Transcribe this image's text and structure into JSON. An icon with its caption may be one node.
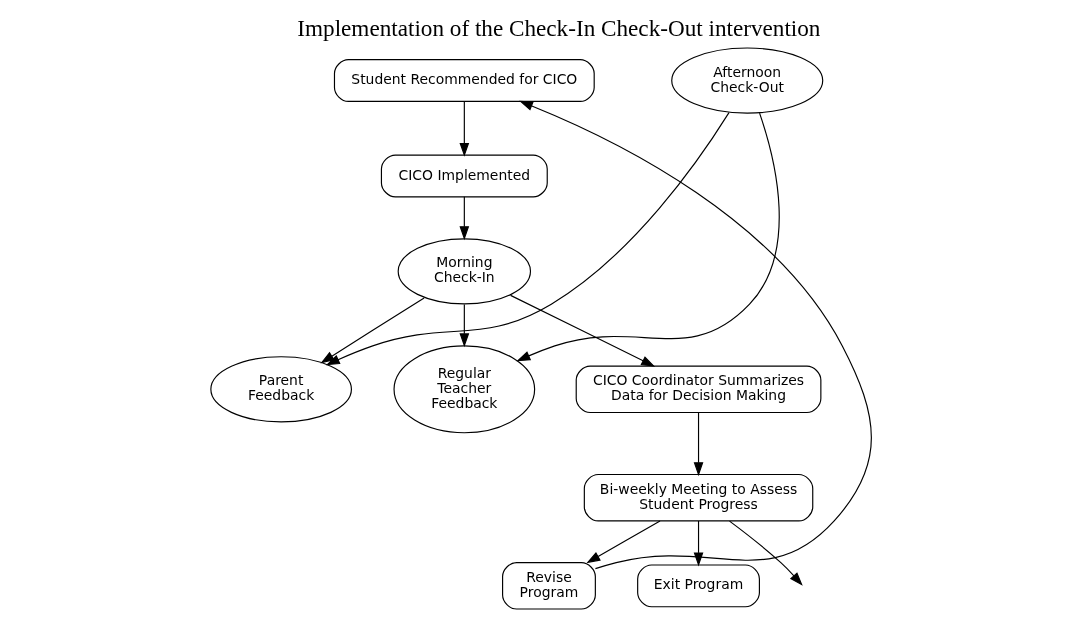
{
  "diagram": {
    "title": "Implementation of the Check-In Check-Out intervention",
    "nodes": [
      {
        "text": [
          "Student Recommended for CICO"
        ]
      },
      {
        "text": [
          "CICO Implemented"
        ]
      },
      {
        "text": [
          "Morning Check-In"
        ]
      },
      {
        "text": [
          "Parent Feedback"
        ]
      },
      {
        "text": [
          "Regular Teacher Feedback"
        ]
      },
      {
        "text": [
          "Afternoon Check-Out"
        ]
      },
      {
        "text": [
          "CICO Coordinator Summarizes Data for Decision Making"
        ]
      },
      {
        "text": [
          "Bi-weekly Meeting to Assess Student Progress"
        ]
      },
      {
        "text": [
          "Revise Program"
        ]
      },
      {
        "text": [
          "Exit Program"
        ]
      }
    ],
    "edges": [
      {
        "from": 0,
        "to": 1,
        "arrow": "to"
      },
      {
        "from": 1,
        "to": 2,
        "arrow": "to"
      },
      {
        "from": 2,
        "to": 6,
        "arrow": "to"
      },
      {
        "from": 2,
        "to": 3,
        "arrow": "to"
      },
      {
        "from": 2,
        "to": 4,
        "arrow": "to"
      },
      {
        "from": 5,
        "to": 3,
        "arrow": "to"
      },
      {
        "from": 5,
        "to": 4,
        "arrow": "to"
      },
      {
        "from": 6,
        "to": 7,
        "arrow": "to"
      },
      {
        "from": 7,
        "to": null,
        "arrow": "to"
      },
      {
        "from": 7,
        "to": 8,
        "arrow": "to"
      },
      {
        "from": 7,
        "to": 9,
        "arrow": "to"
      },
      {
        "from": 8,
        "to": 0,
        "arrow": "to"
      }
    ]
  }
}
